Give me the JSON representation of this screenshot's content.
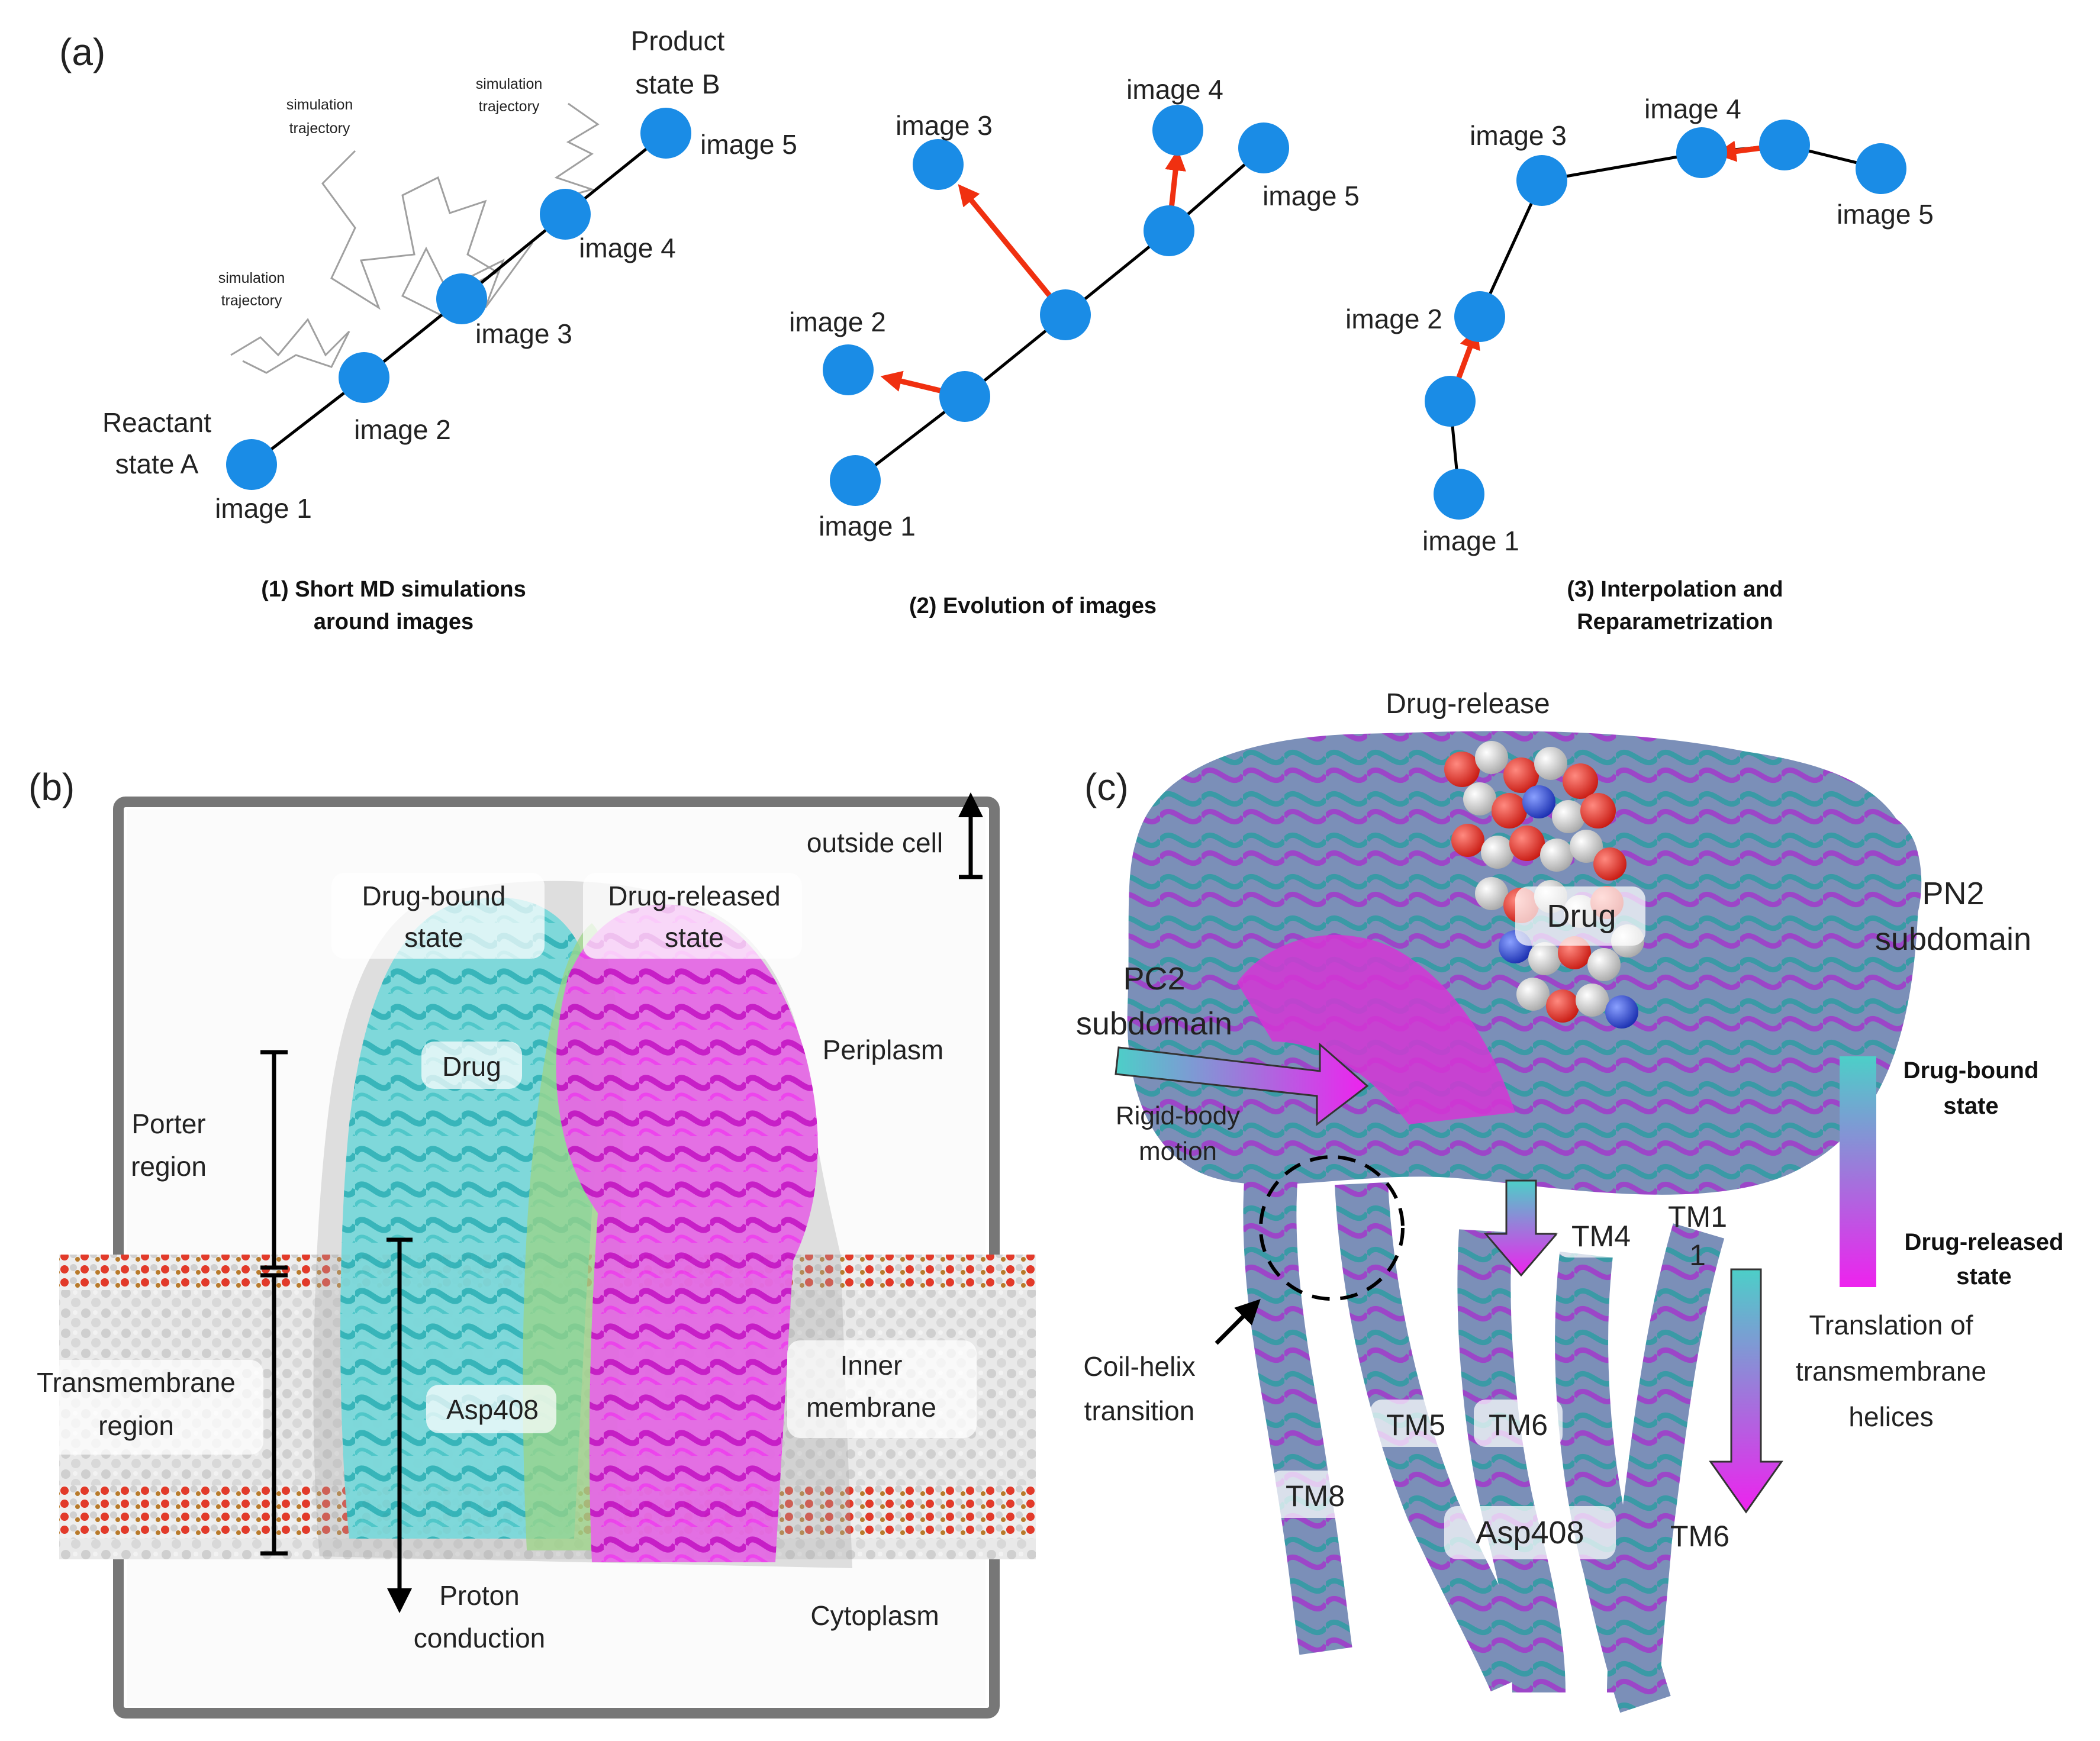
{
  "panels": {
    "a": {
      "label": "(a)",
      "steps": [
        {
          "caption_line1": "(1) Short MD simulations",
          "caption_line2": "around images"
        },
        {
          "caption_line1": "(2) Evolution of images",
          "caption_line2": ""
        },
        {
          "caption_line1": "(3) Interpolation and",
          "caption_line2": "Reparametrization"
        }
      ],
      "images": [
        "image 1",
        "image 2",
        "image 3",
        "image 4",
        "image 5"
      ],
      "reactant_line1": "Reactant",
      "reactant_line2": "state A",
      "product_line1": "Product",
      "product_line2": "state B",
      "trajectory_line1": "simulation",
      "trajectory_line2": "trajectory"
    },
    "b": {
      "label": "(b)",
      "outside_cell": "outside cell",
      "drug_bound_line1": "Drug-bound",
      "drug_bound_line2": "state",
      "drug_released_line1": "Drug-released",
      "drug_released_line2": "state",
      "drug": "Drug",
      "periplasm": "Periplasm",
      "porter_line1": "Porter",
      "porter_line2": "region",
      "transmembrane_line1": "Transmembrane",
      "transmembrane_line2": "region",
      "asp408": "Asp408",
      "inner_membrane_line1": "Inner",
      "inner_membrane_line2": "membrane",
      "proton_line1": "Proton",
      "proton_line2": "conduction",
      "cytoplasm": "Cytoplasm"
    },
    "c": {
      "label": "(c)",
      "drug_release": "Drug-release",
      "drug": "Drug",
      "pn2_line1": "PN2",
      "pn2_line2": "subdomain",
      "pc2_line1": "PC2",
      "pc2_line2": "subdomain",
      "rigid_line1": "Rigid-body",
      "rigid_line2": "motion",
      "coil_line1": "Coil-helix",
      "coil_line2": "transition",
      "tm4": "TM4",
      "tm1_line1": "TM1",
      "tm1_line2": "1",
      "tm5": "TM5",
      "tm6_mid": "TM6",
      "tm8": "TM8",
      "asp408": "Asp408",
      "tm6_right": "TM6",
      "translation_line1": "Translation of",
      "translation_line2": "transmembrane",
      "translation_line3": "helices",
      "legend_top_line1": "Drug-bound",
      "legend_top_line2": "state",
      "legend_bottom_line1": "Drug-released",
      "legend_bottom_line2": "state"
    }
  },
  "colors": {
    "node": "#1a8ce6",
    "force_arrow": "#f03010",
    "cyan": "#3fc8c8",
    "magenta": "#e030e0",
    "teal": "#3aa9b2",
    "gradient_top": "#4ccfc8",
    "gradient_bottom": "#ee22ee"
  }
}
